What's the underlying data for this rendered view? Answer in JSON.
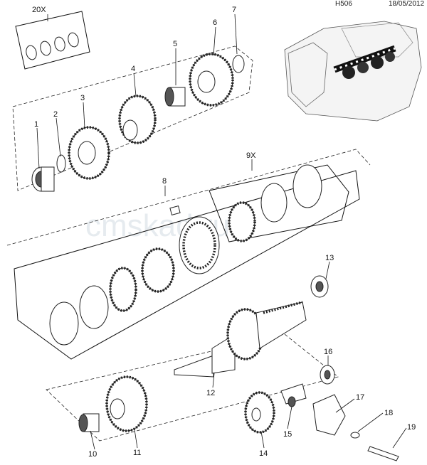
{
  "header": {
    "drawing_code": "H506",
    "date": "18/05/2012"
  },
  "watermark": "cmskad.ru",
  "callouts": {
    "c1": "1",
    "c2": "2",
    "c3": "3",
    "c4": "4",
    "c5": "5",
    "c6": "6",
    "c7": "7",
    "c8": "8",
    "c9x": "9X",
    "c10": "10",
    "c11": "11",
    "c12": "12",
    "c13": "13",
    "c14": "14",
    "c15": "15",
    "c16": "16",
    "c17": "17",
    "c18": "18",
    "c19": "19",
    "c20x": "20X"
  }
}
